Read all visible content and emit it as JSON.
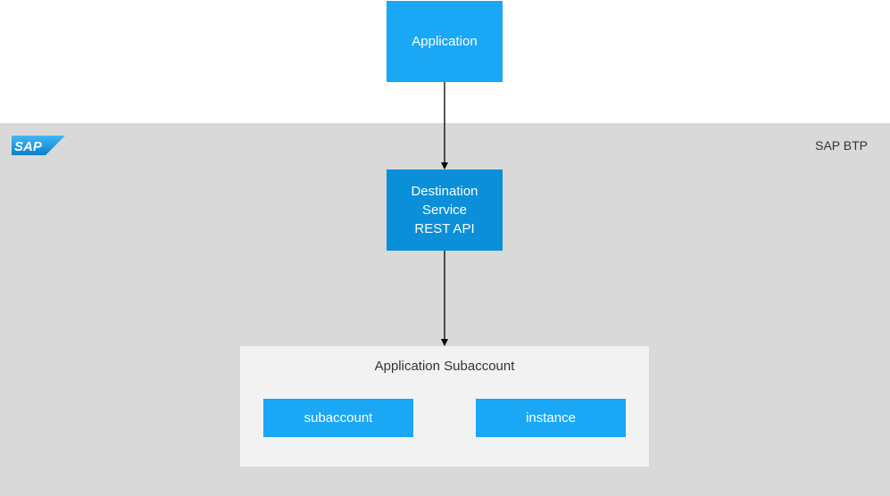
{
  "platform": {
    "label": "SAP BTP",
    "logo_text": "SAP"
  },
  "application": {
    "label": "Application"
  },
  "destination_service": {
    "line1": "Destination",
    "line2": "Service",
    "line3": "REST API"
  },
  "subaccount_container": {
    "title": "Application Subaccount",
    "items": [
      {
        "label": "subaccount"
      },
      {
        "label": "instance"
      }
    ]
  },
  "colors": {
    "light_blue": "#1aa7f5",
    "dark_blue": "#0a8fd8",
    "region_gray": "#d9d9d9",
    "container_gray": "#f2f2f2"
  }
}
